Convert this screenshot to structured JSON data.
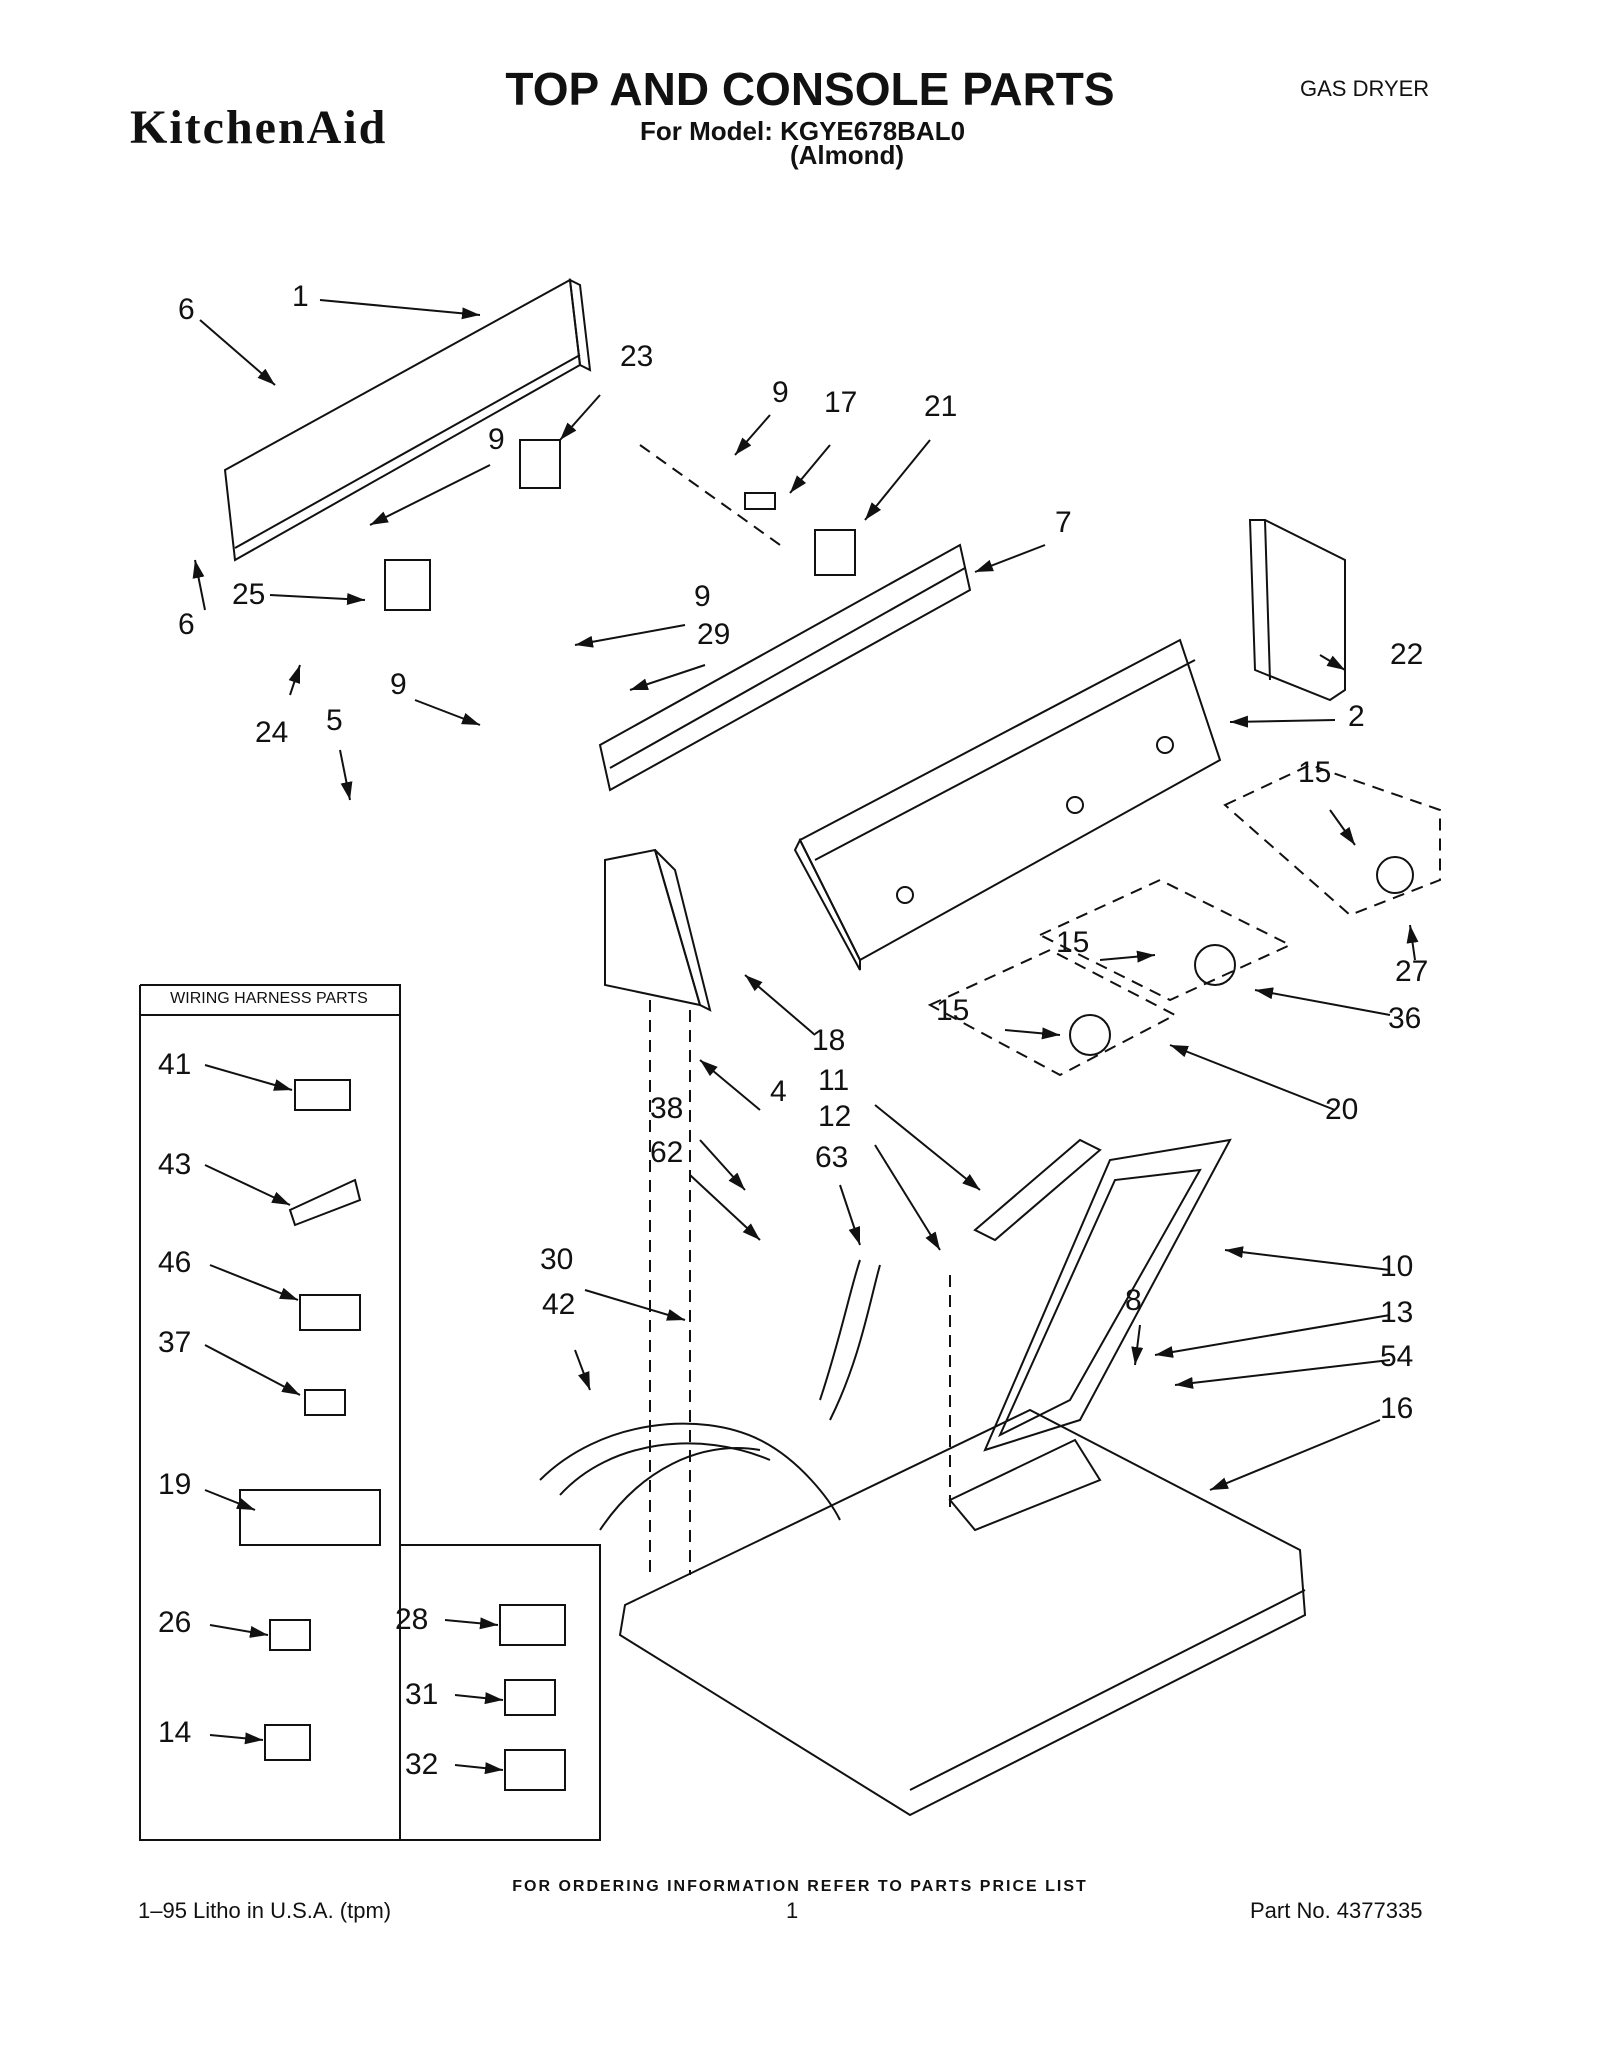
{
  "header": {
    "brand": "KitchenAid",
    "title": "TOP AND CONSOLE PARTS",
    "model": "For Model: KGYE678BAL0",
    "color": "(Almond)",
    "appliance": "GAS DRYER"
  },
  "harness_box": {
    "title": "WIRING HARNESS PARTS"
  },
  "callouts": {
    "c1": "1",
    "c2": "2",
    "c4": "4",
    "c5": "5",
    "c6a": "6",
    "c6b": "6",
    "c7": "7",
    "c8": "8",
    "c9a": "9",
    "c9b": "9",
    "c9c": "9",
    "c9d": "9",
    "c10": "10",
    "c11": "11",
    "c12": "12",
    "c13": "13",
    "c14": "14",
    "c15a": "15",
    "c15b": "15",
    "c15c": "15",
    "c16": "16",
    "c17": "17",
    "c18": "18",
    "c19": "19",
    "c20": "20",
    "c21": "21",
    "c22": "22",
    "c23": "23",
    "c24": "24",
    "c25": "25",
    "c26": "26",
    "c27": "27",
    "c28": "28",
    "c29": "29",
    "c30": "30",
    "c31": "31",
    "c32": "32",
    "c36": "36",
    "c37": "37",
    "c38": "38",
    "c41": "41",
    "c42": "42",
    "c43": "43",
    "c46": "46",
    "c54": "54",
    "c62": "62",
    "c63": "63"
  },
  "footer": {
    "ordering": "FOR ORDERING INFORMATION REFER TO PARTS PRICE LIST",
    "litho": "1–95 Litho in U.S.A. (tpm)",
    "page": "1",
    "part_no": "Part No. 4377335"
  }
}
